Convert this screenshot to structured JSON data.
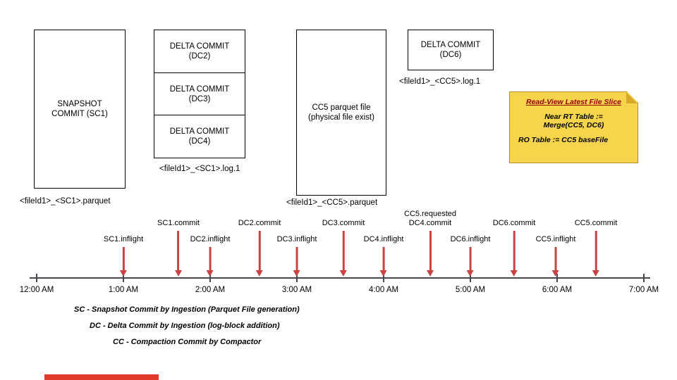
{
  "diagram": {
    "snapshot_box": {
      "label": "SNAPSHOT\nCOMMIT (SC1)",
      "caption": "<fileId1>_<SC1>.parquet"
    },
    "delta_stack": {
      "cells": [
        {
          "label": "DELTA COMMIT\n(DC2)"
        },
        {
          "label": "DELTA COMMIT\n(DC3)"
        },
        {
          "label": "DELTA COMMIT\n(DC4)"
        }
      ],
      "caption": "<fileId1>_<SC1>.log.1"
    },
    "cc5_box": {
      "label": "CC5 parquet file\n(physical file exist)",
      "caption": "<fileId1>_<CC5>.parquet"
    },
    "dc6_box": {
      "label": "DELTA COMMIT\n(DC6)",
      "caption": "<fileId1>_<CC5>.log.1"
    }
  },
  "note": {
    "title": "Read-View Latest File Slice",
    "body_line1": "Near RT Table :=\nMerge(CC5, DC6)",
    "body_line2": "RO Table := CC5 baseFile",
    "bg_color": "#F6D44B",
    "fold_color": "#D9A929",
    "title_color": "#990000"
  },
  "timeline": {
    "arrow_color": "#C94342",
    "ticks": [
      "12:00 AM",
      "1:00 AM",
      "2:00 AM",
      "3:00 AM",
      "4:00 AM",
      "5:00 AM",
      "6:00 AM",
      "7:00 AM"
    ],
    "events": [
      {
        "label": "SC1.inflight"
      },
      {
        "label": "SC1.commit"
      },
      {
        "label": "DC2.inflight"
      },
      {
        "label": "DC2.commit"
      },
      {
        "label": "DC3.inflight"
      },
      {
        "label": "DC3.commit"
      },
      {
        "label": "DC4.inflight"
      },
      {
        "label": "CC5.requested\nDC4.commit"
      },
      {
        "label": "DC6.inflight"
      },
      {
        "label": "DC6.commit"
      },
      {
        "label": "CC5.inflight"
      },
      {
        "label": "CC5.commit"
      }
    ]
  },
  "legend": {
    "lines": [
      "SC - Snapshot Commit by Ingestion (Parquet File generation)",
      "DC - Delta Commit by Ingestion (log-block addition)",
      "CC - Compaction Commit by Compactor"
    ]
  }
}
